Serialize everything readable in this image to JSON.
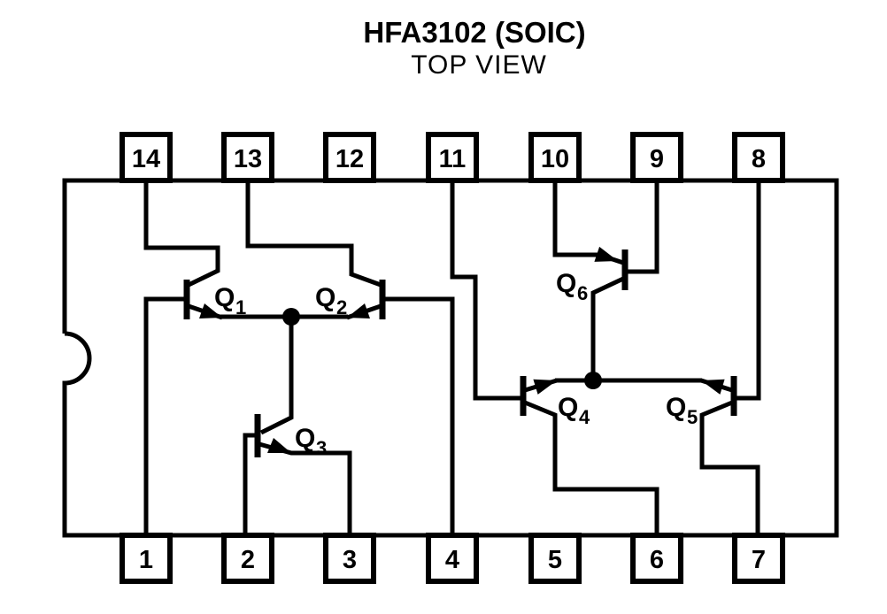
{
  "title": "HFA3102 (SOIC)",
  "subtitle": "TOP VIEW",
  "colors": {
    "ink": "#000000",
    "background": "#ffffff"
  },
  "pins": {
    "top": [
      {
        "number": "14"
      },
      {
        "number": "13"
      },
      {
        "number": "12"
      },
      {
        "number": "11"
      },
      {
        "number": "10"
      },
      {
        "number": "9"
      },
      {
        "number": "8"
      }
    ],
    "bottom": [
      {
        "number": "1"
      },
      {
        "number": "2"
      },
      {
        "number": "3"
      },
      {
        "number": "4"
      },
      {
        "number": "5"
      },
      {
        "number": "6"
      },
      {
        "number": "7"
      }
    ]
  },
  "transistors": [
    {
      "q": "Q",
      "n": "1"
    },
    {
      "q": "Q",
      "n": "2"
    },
    {
      "q": "Q",
      "n": "3"
    },
    {
      "q": "Q",
      "n": "4"
    },
    {
      "q": "Q",
      "n": "5"
    },
    {
      "q": "Q",
      "n": "6"
    }
  ]
}
